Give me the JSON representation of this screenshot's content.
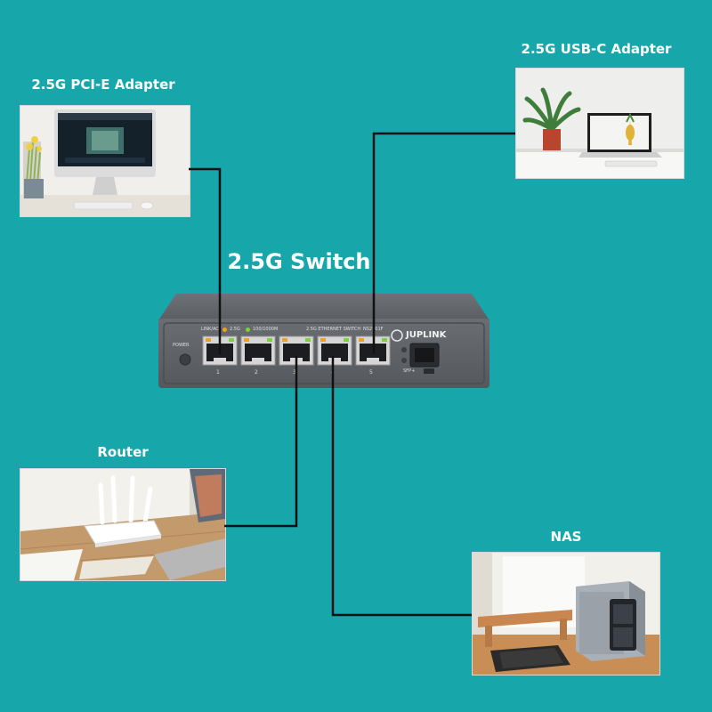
{
  "title": "2.5G Switch",
  "devices": {
    "pcie": {
      "label": "2.5G PCI-E Adapter"
    },
    "usbc": {
      "label": "2.5G USB-C Adapter"
    },
    "router": {
      "label": "Router"
    },
    "nas": {
      "label": "NAS"
    }
  },
  "switch": {
    "brand": "JUPLINK",
    "model": "NS2501F",
    "power_label": "POWER",
    "led_legend_link": "LINK/ACT",
    "led_legend_25g": "2.5G",
    "led_legend_100": "100/1000M",
    "product_text": "2.5G ETHERNET SWITCH",
    "sfp_label": "SFP+",
    "port_numbers": [
      "1",
      "2",
      "3",
      "4",
      "5"
    ]
  },
  "colors": {
    "background": "#17a7ab",
    "wire": "#111111",
    "switch_body": "#5f6266",
    "led_orange": "#f0a020",
    "led_green": "#7ad13a"
  }
}
